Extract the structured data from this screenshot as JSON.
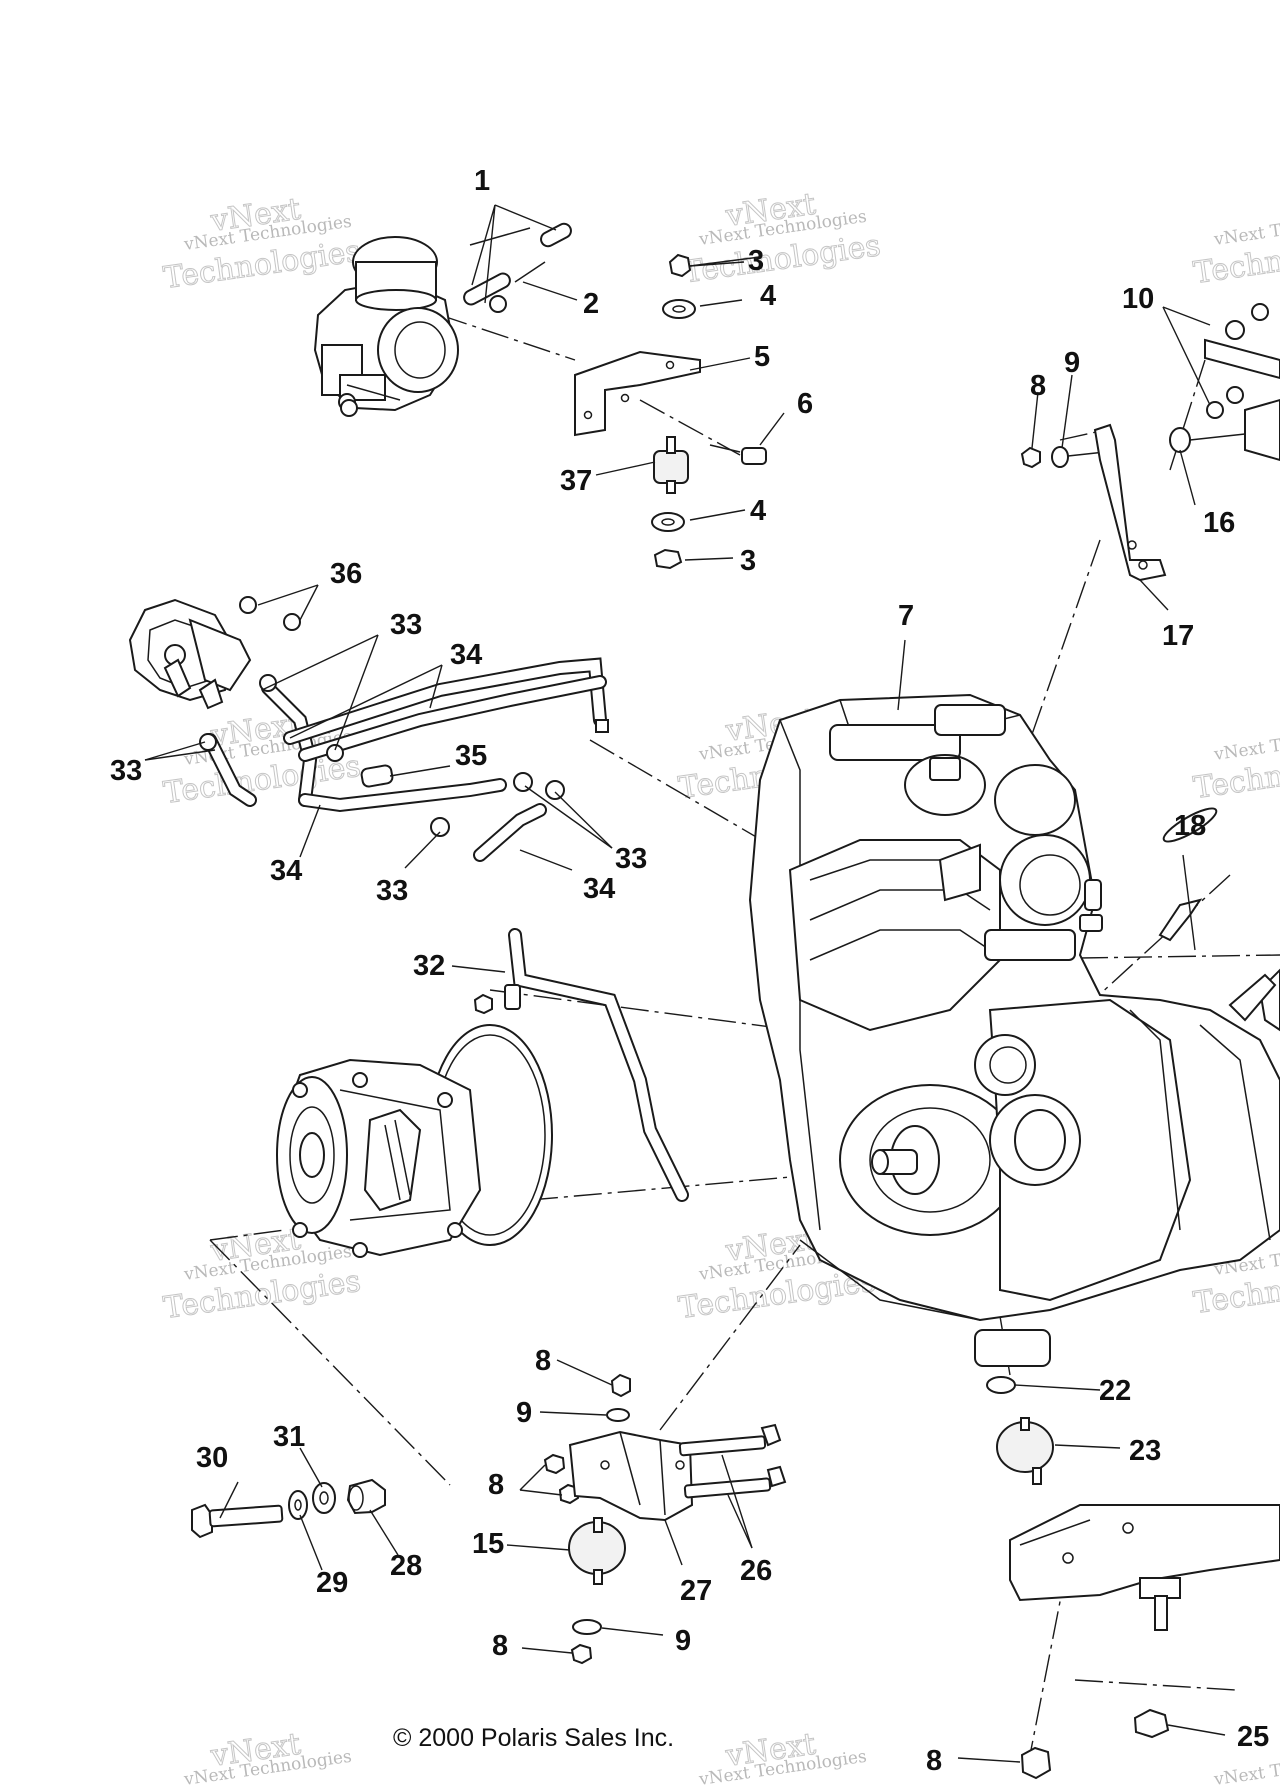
{
  "watermark": {
    "line1": "vNext Technologies",
    "line2": "Technologies",
    "line3": "vNext"
  },
  "copyright": "© 2000 Polaris Sales Inc.",
  "callouts": [
    "1",
    "2",
    "3",
    "4",
    "5",
    "6",
    "37",
    "4",
    "3",
    "10",
    "9",
    "8",
    "16",
    "17",
    "36",
    "33",
    "34",
    "33",
    "35",
    "33",
    "34",
    "33",
    "34",
    "7",
    "18",
    "32",
    "8",
    "9",
    "8",
    "15",
    "27",
    "26",
    "8",
    "9",
    "30",
    "31",
    "29",
    "28",
    "22",
    "23",
    "25",
    "8"
  ]
}
